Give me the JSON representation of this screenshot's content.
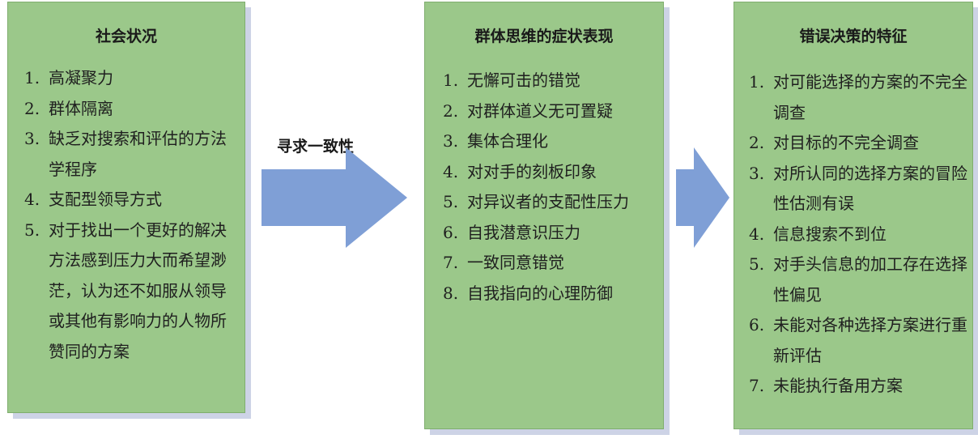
{
  "boxes": {
    "social_conditions": {
      "title": "社会状况",
      "items": [
        {
          "num": "1.",
          "text": "高凝聚力"
        },
        {
          "num": "2.",
          "text": "群体隔离"
        },
        {
          "num": "3.",
          "text": "缺乏对搜索和评估的方法学程序"
        },
        {
          "num": "4.",
          "text": "支配型领导方式"
        },
        {
          "num": "5.",
          "text": "对于找出一个更好的解决方法感到压力大而希望渺茫，认为还不如服从领导或其他有影响力的人物所赞同的方案"
        }
      ]
    },
    "symptoms": {
      "title": "群体思维的症状表现",
      "items": [
        {
          "num": "1.",
          "text": "无懈可击的错觉"
        },
        {
          "num": "2.",
          "text": "对群体道义无可置疑"
        },
        {
          "num": "3.",
          "text": "集体合理化"
        },
        {
          "num": "4.",
          "text": "对对手的刻板印象"
        },
        {
          "num": "5.",
          "text": "对异议者的支配性压力"
        },
        {
          "num": "6.",
          "text": "自我潜意识压力"
        },
        {
          "num": "7.",
          "text": "一致同意错觉"
        },
        {
          "num": "8.",
          "text": "自我指向的心理防御"
        }
      ]
    },
    "defects": {
      "title": "错误决策的特征",
      "items": [
        {
          "num": "1.",
          "text": "对可能选择的方案的不完全调查"
        },
        {
          "num": "2.",
          "text": "对目标的不完全调查"
        },
        {
          "num": "3.",
          "text": "对所认同的选择方案的冒险性估测有误"
        },
        {
          "num": "4.",
          "text": "信息搜索不到位"
        },
        {
          "num": "5.",
          "text": "对手头信息的加工存在选择性偏见"
        },
        {
          "num": "6.",
          "text": "未能对各种选择方案进行重新评估"
        },
        {
          "num": "7.",
          "text": "未能执行备用方案"
        }
      ]
    }
  },
  "arrows": {
    "first_label": "寻求一致性"
  },
  "colors": {
    "box_fill": "#9bc88a",
    "box_shadow": "#cdd3e6",
    "arrow_fill": "#7f9fd6"
  }
}
